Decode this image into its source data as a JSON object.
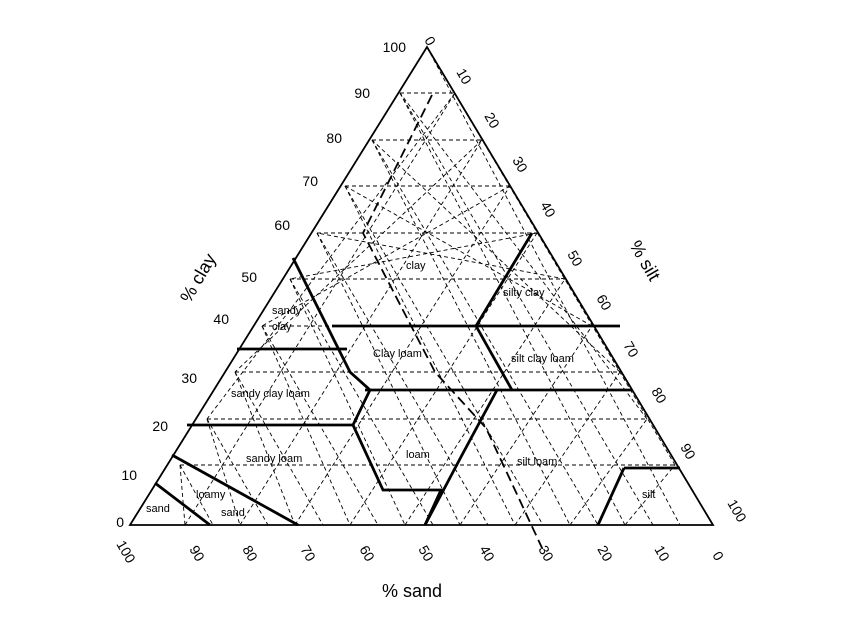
{
  "axes": {
    "clay": {
      "title": "% clay",
      "ticks": [
        "0",
        "10",
        "20",
        "30",
        "40",
        "50",
        "60",
        "70",
        "80",
        "90",
        "100"
      ]
    },
    "silt": {
      "title": "% silt",
      "ticks": [
        "0",
        "10",
        "20",
        "30",
        "40",
        "50",
        "60",
        "70",
        "80",
        "90",
        "100"
      ]
    },
    "sand": {
      "title": "% sand",
      "ticks": [
        "100",
        "90",
        "80",
        "70",
        "60",
        "50",
        "40",
        "30",
        "20",
        "10",
        "0"
      ]
    }
  },
  "regions": {
    "clay": "clay",
    "silty_clay": "silty clay",
    "sandy_clay_1": "sandy",
    "sandy_clay_2": "clay",
    "clay_loam": "Clay loam",
    "silt_clay_loam": "silt clay loam",
    "sandy_clay_loam": "sandy clay loam",
    "sandy_loam": "sandy loam",
    "loam": "loam",
    "silt_loam": "silt loam",
    "loamy_sand_1": "loamy",
    "loamy_sand_2": "sand",
    "sand": "sand",
    "silt": "silt"
  }
}
